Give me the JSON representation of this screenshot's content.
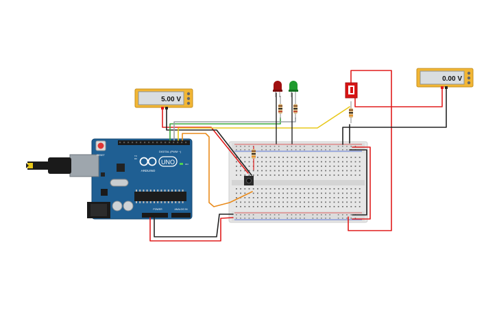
{
  "multimeters": [
    {
      "reading": "5.00 V"
    },
    {
      "reading": "0.00 V"
    }
  ],
  "arduino": {
    "logo": "UNO",
    "brand": "ARDUINO",
    "digital_label": "DIGITAL (PWM ~)",
    "power_label": "POWER",
    "analog_label": "ANALOG IN",
    "reset_label": "RESET",
    "tx_label": "TX",
    "rx_label": "RX",
    "on_label": "ON"
  },
  "leds": [
    {
      "color": "#a01010"
    },
    {
      "color": "#1f9a2e"
    }
  ],
  "colors": {
    "board": "#1f5f93",
    "breadboard": "#e9e9e9",
    "wire_red": "#e01b1b",
    "wire_black": "#222222",
    "wire_yellow": "#e8c81a",
    "wire_orange": "#e98a1a",
    "wire_green": "#3aa83a",
    "meter_frame": "#f2b634",
    "meter_screen": "#d9dde0",
    "switch_red": "#d81414"
  }
}
